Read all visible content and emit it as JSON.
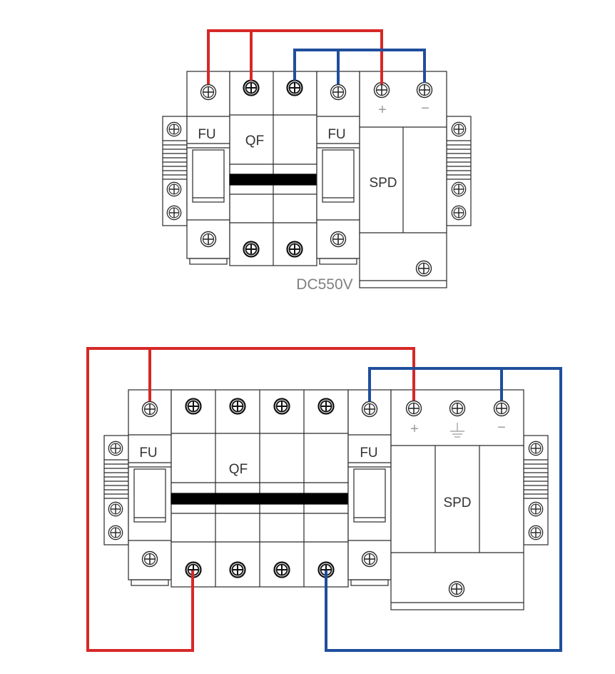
{
  "diagram1": {
    "labels": {
      "fu_left": "FU",
      "qf": "QF",
      "fu_right": "FU",
      "spd": "SPD",
      "voltage": "DC550V"
    },
    "symbols": {
      "plus": "+",
      "minus": "−"
    }
  },
  "diagram2": {
    "labels": {
      "fu_left": "FU",
      "qf": "QF",
      "fu_right": "FU",
      "spd": "SPD"
    },
    "symbols": {
      "plus": "+",
      "ground": "ground-icon",
      "minus": "−"
    }
  },
  "colors": {
    "positive_wire": "#d62828",
    "negative_wire": "#1f4e9c",
    "outline": "#2a2a2a",
    "label": "#333333",
    "voltage_label": "#808080",
    "bar": "#000000"
  }
}
